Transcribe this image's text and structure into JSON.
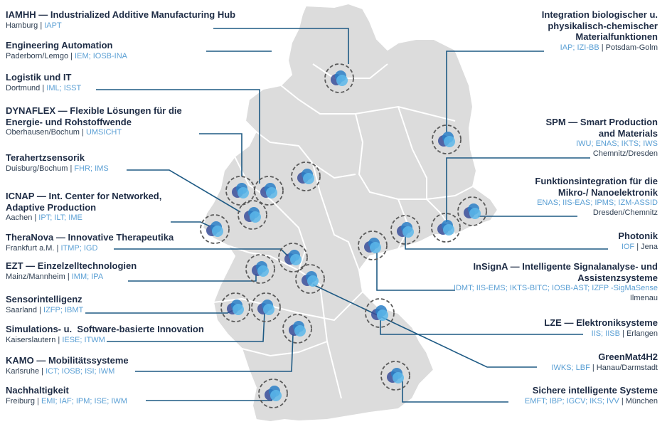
{
  "colors": {
    "map_fill": "#dcdcdc",
    "map_border": "#ffffff",
    "line": "#1e5a84",
    "title": "#1e2c45",
    "institute": "#5a9fd4",
    "circle_dark": "#3a4f9a",
    "circle_mid": "#2a7fc7",
    "circle_light": "#5cb7ea",
    "dash": "#5a5a5a"
  },
  "hubs": [
    {
      "id": "iamhh",
      "prefix": "IAMHH",
      "name": "Industrialized Additive Manufacturing Hub",
      "city": "Hamburg",
      "institutes": "IAPT"
    },
    {
      "id": "engineering-automation",
      "prefix": "",
      "name": "Engineering Automation",
      "city": "Paderborn/Lemgo",
      "institutes": "IEM; IOSB-INA"
    },
    {
      "id": "logistik",
      "prefix": "",
      "name": "Logistik und IT",
      "city": "Dortmund",
      "institutes": "IML; ISST"
    },
    {
      "id": "dynaflex",
      "prefix": "DYNAFLEX",
      "name": "Flexible Lösungen für die",
      "name2": "Energie- und Rohstoffwende",
      "city": "Oberhausen/Bochum",
      "institutes": "UMSICHT"
    },
    {
      "id": "terahertz",
      "prefix": "",
      "name": "Terahertzsensorik",
      "city": "Duisburg/Bochum",
      "institutes": "FHR; IMS"
    },
    {
      "id": "icnap",
      "prefix": "ICNAP",
      "name": "Int. Center for Networked,",
      "name2": "Adaptive Production",
      "city": "Aachen",
      "institutes": "IPT; ILT; IME"
    },
    {
      "id": "theranova",
      "prefix": "TheraNova",
      "name": "Innovative Therapeutika",
      "city": "Frankfurt a.M.",
      "institutes": "ITMP; IGD"
    },
    {
      "id": "ezt",
      "prefix": "EZT",
      "name": "Einzelzelltechnologien",
      "city": "Mainz/Mannheim",
      "institutes": "IMM; IPA"
    },
    {
      "id": "sensorintelligenz",
      "prefix": "",
      "name": "Sensorintelligenz",
      "city": "Saarland",
      "institutes": "IZFP; IBMT"
    },
    {
      "id": "simulation",
      "prefix": "",
      "name": "Simulations- u.  Software-basierte Innovation",
      "city": "Kaiserslautern",
      "institutes": "IESE; ITWM"
    },
    {
      "id": "kamo",
      "prefix": "KAMO",
      "name": "Mobilitätssysteme",
      "city": "Karlsruhe",
      "institutes": "ICT; IOSB; ISI; IWM"
    },
    {
      "id": "nachhaltigkeit",
      "prefix": "",
      "name": "Nachhaltigkeit",
      "city": "Freiburg",
      "institutes": "EMI; IAF; IPM; ISE; IWM"
    },
    {
      "id": "integration",
      "prefix": "",
      "name": "Integration biologischer u.",
      "name2": "physikalisch-chemischer",
      "name3": "Materialfunktionen",
      "city": "Potsdam-Golm",
      "institutes": "IAP; IZI-BB",
      "city_last": true
    },
    {
      "id": "spm",
      "prefix": "SPM",
      "name": "Smart Production",
      "name2": "and Materials",
      "city": "Chemnitz/Dresden",
      "institutes": "IWU; ENAS; IKTS; IWS",
      "two_line_sub": true
    },
    {
      "id": "funktionsintegration",
      "prefix": "",
      "name": "Funktionsintegration für die",
      "name2": "Mikro-/ Nanoelektronik",
      "city": "Dresden/Chemnitz",
      "institutes": "ENAS; IIS-EAS; IPMS; IZM-ASSID",
      "two_line_sub": true
    },
    {
      "id": "photonik",
      "prefix": "",
      "name": "Photonik",
      "city": "Jena",
      "institutes": "IOF",
      "city_last": true
    },
    {
      "id": "insigna",
      "prefix": "InSignA",
      "name": "Intelligente Signalanalyse- und",
      "name2": "Assistenzsysteme",
      "city": "Ilmenau",
      "institutes": "IDMT; IIS-EMS; IKTS-BITC; IOSB-AST; IZFP -SigMaSense",
      "two_line_sub": true
    },
    {
      "id": "lze",
      "prefix": "LZE",
      "name": "Elektroniksysteme",
      "city": "Erlangen",
      "institutes": "IIS; IISB",
      "city_last": true
    },
    {
      "id": "greenmat",
      "prefix": "",
      "name": "GreenMat4H2",
      "city": "Hanau/Darmstadt",
      "institutes": "IWKS; LBF",
      "city_last": true
    },
    {
      "id": "sichere",
      "prefix": "",
      "name": "Sichere intelligente Systeme",
      "city": "München",
      "institutes": "EMFT; IBP; IGCV; IKS; IVV",
      "city_last": true
    }
  ]
}
